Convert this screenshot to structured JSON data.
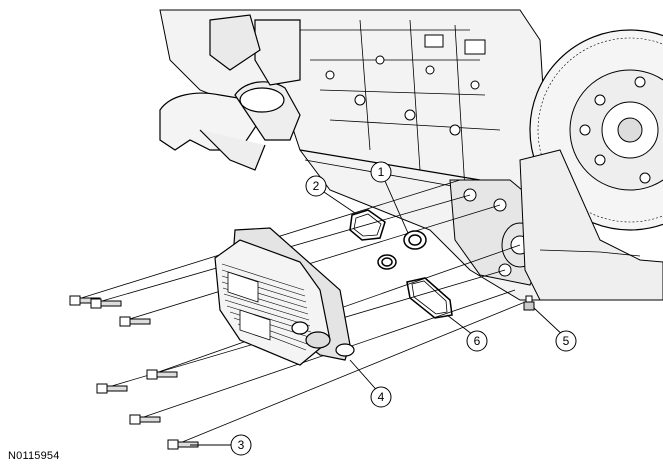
{
  "figure": {
    "id_label": "N0115954"
  },
  "callouts": [
    {
      "id": "c1",
      "label": "1"
    },
    {
      "id": "c2",
      "label": "2"
    },
    {
      "id": "c3",
      "label": "3"
    },
    {
      "id": "c4",
      "label": "4"
    },
    {
      "id": "c5",
      "label": "5"
    },
    {
      "id": "c6",
      "label": "6"
    }
  ],
  "colors": {
    "line": "#000000",
    "engine_fill": "#f2f2f2",
    "shade": "#d9d9d9",
    "background": "#ffffff"
  }
}
